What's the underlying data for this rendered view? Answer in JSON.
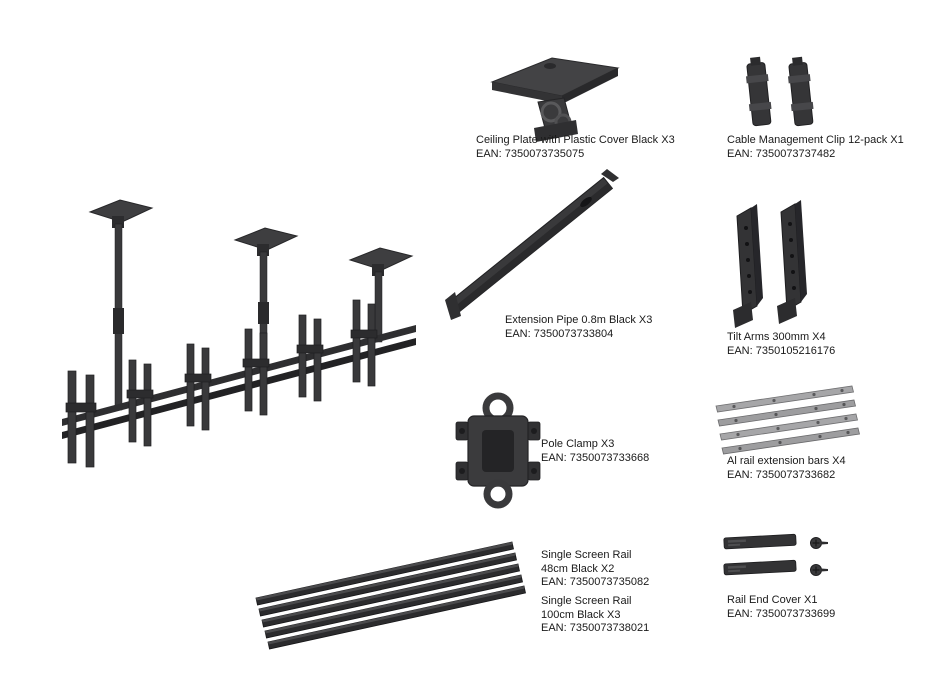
{
  "page": {
    "background": "#ffffff"
  },
  "colors": {
    "product_dark": "#353537",
    "product_darker": "#242426",
    "product_silver": "#a6a6a8",
    "text": "#1a1a1a"
  },
  "products": {
    "ceiling_plate": {
      "name": "Ceiling Plate with Plastic Cover Black X3",
      "ean": "EAN: 7350073735075"
    },
    "cable_clip": {
      "name": "Cable Management Clip 12-pack X1",
      "ean": "EAN: 7350073737482"
    },
    "extension_pipe": {
      "name": "Extension Pipe 0.8m Black X3",
      "ean": "EAN: 7350073733804"
    },
    "tilt_arms": {
      "name": "Tilt Arms 300mm X4",
      "ean": "EAN: 7350105216176"
    },
    "pole_clamp": {
      "name": "Pole Clamp X3",
      "ean": "EAN: 7350073733668"
    },
    "al_rail_bars": {
      "name": "Al rail extension bars X4",
      "ean": "EAN: 7350073733682"
    },
    "single_rail_48": {
      "name": "Single Screen Rail",
      "variant": "48cm Black X2",
      "ean": "EAN: 7350073735082"
    },
    "single_rail_100": {
      "name": "Single Screen Rail",
      "variant": "100cm Black X3",
      "ean": "EAN: 7350073738021"
    },
    "rail_end_cover": {
      "name": "Rail End Cover X1",
      "ean": "EAN: 7350073733699"
    }
  }
}
